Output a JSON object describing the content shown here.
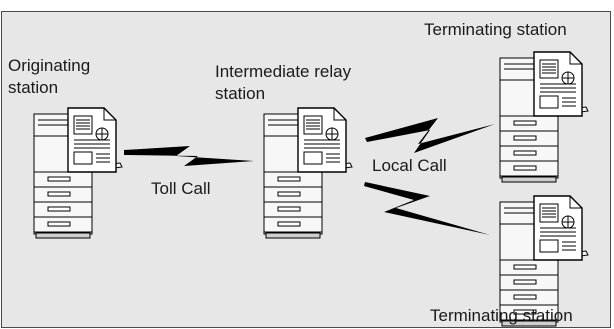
{
  "labels": {
    "originating": [
      "Originating",
      "station"
    ],
    "intermediate": [
      "Intermediate relay",
      "station"
    ],
    "terminating_top": "Terminating station",
    "terminating_bottom": "Terminating station",
    "toll_call": "Toll Call",
    "local_call": "Local Call"
  },
  "colors": {
    "panel_background": "#e7e7e7",
    "machine_fill": "#f7f7f7",
    "line": "#000000"
  }
}
